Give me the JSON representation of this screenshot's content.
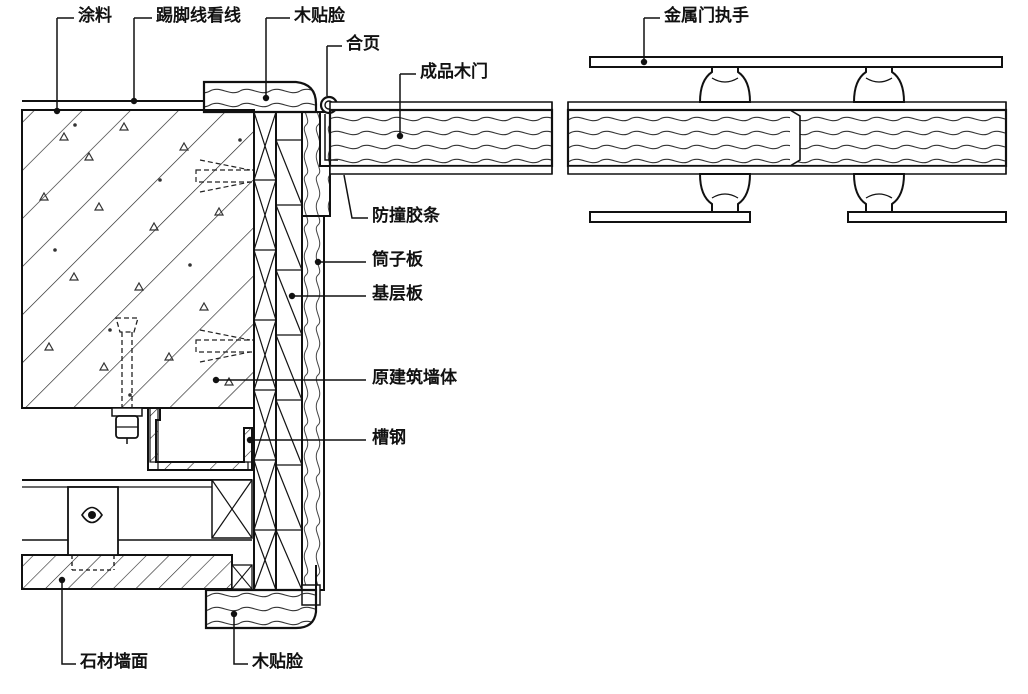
{
  "labels": {
    "coating": "涂料",
    "skirting_line": "踢脚线看线",
    "wood_trim_top": "木贴脸",
    "hinge": "合页",
    "finished_door": "成品木门",
    "bumper_strip": "防撞胶条",
    "jamb_board": "筒子板",
    "base_board": "基层板",
    "original_wall": "原建筑墙体",
    "channel_steel": "槽钢",
    "stone_wall": "石材墙面",
    "wood_trim_bottom": "木贴脸",
    "metal_handle": "金属门执手"
  }
}
